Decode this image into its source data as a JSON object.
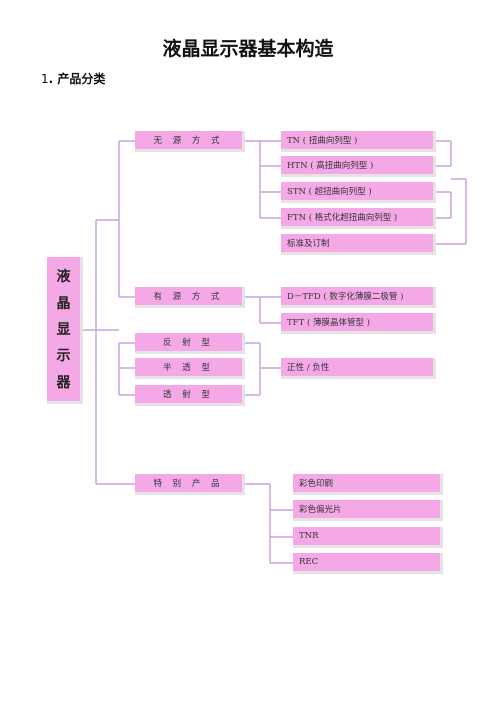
{
  "document": {
    "title": "液晶显示器基本构造",
    "section_number": "1",
    "section_title": ". 产品分类"
  },
  "diagram": {
    "root": [
      "液",
      "晶",
      "显",
      "示",
      "器"
    ],
    "categories": [
      "无 源 方 式",
      "有 源 方 式",
      "反 射 型",
      "半 透 型",
      "透 射 型",
      "特 别 产 品"
    ],
    "passive_types": [
      "TN    ( 扭曲向列型 )",
      "HTN  ( 高扭曲向列型 )",
      "STN  ( 超扭曲向列型 )",
      "FTN  ( 格式化超扭曲向列型 )"
    ],
    "passive_note": "标准及订制",
    "active_types": [
      "D－TFD  ( 数字化薄膜二极管 )",
      "TFT  ( 薄膜晶体管型 )"
    ],
    "polarity": "正性 / 负性",
    "special_products": [
      "彩色印刷",
      "彩色偏光片",
      "TNR",
      "REC"
    ]
  }
}
